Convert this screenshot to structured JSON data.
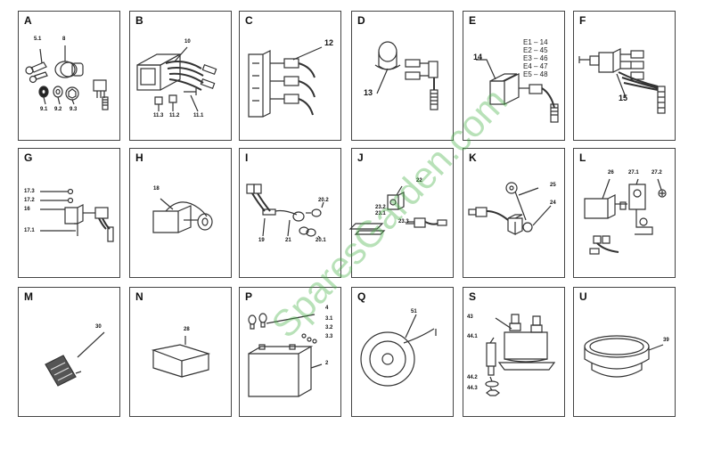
{
  "panels": {
    "A": {
      "letter": "A",
      "labels": [
        "5.1",
        "8",
        "9.1",
        "9.2",
        "9.3"
      ]
    },
    "B": {
      "letter": "B",
      "labels": [
        "10",
        "11.3",
        "11.2",
        "11.1"
      ]
    },
    "C": {
      "letter": "C",
      "labels": [
        "12"
      ]
    },
    "D": {
      "letter": "D",
      "labels": [
        "13"
      ]
    },
    "E": {
      "letter": "E",
      "labels": [
        "14"
      ],
      "variants": [
        "E1 – 14",
        "E2 – 45",
        "E3 – 46",
        "E4 – 47",
        "E5 – 48"
      ]
    },
    "F": {
      "letter": "F",
      "labels": [
        "15"
      ]
    },
    "G": {
      "letter": "G",
      "labels": [
        "17.3",
        "17.2",
        "16",
        "17.1"
      ]
    },
    "H": {
      "letter": "H",
      "labels": [
        "18"
      ]
    },
    "I": {
      "letter": "I",
      "labels": [
        "20.2",
        "19",
        "21",
        "20.1"
      ]
    },
    "J": {
      "letter": "J",
      "labels": [
        "22",
        "23.2",
        "23.1",
        "23.3"
      ]
    },
    "K": {
      "letter": "K",
      "labels": [
        "25",
        "24"
      ]
    },
    "L": {
      "letter": "L",
      "labels": [
        "26",
        "27.1",
        "27.2"
      ]
    },
    "M": {
      "letter": "M",
      "labels": [
        "30"
      ]
    },
    "N": {
      "letter": "N",
      "labels": [
        "28"
      ]
    },
    "P": {
      "letter": "P",
      "labels": [
        "4",
        "3.1",
        "3.2",
        "3.3",
        "2"
      ]
    },
    "Q": {
      "letter": "Q",
      "labels": [
        "51"
      ]
    },
    "S": {
      "letter": "S",
      "labels": [
        "43",
        "44.1",
        "44.2",
        "44.3"
      ]
    },
    "U": {
      "letter": "U",
      "labels": [
        "39"
      ]
    }
  },
  "watermark": "SparesGarden.com",
  "colors": {
    "line": "#333333",
    "border": "#444444",
    "watermark": "#47b347",
    "background": "#ffffff"
  }
}
